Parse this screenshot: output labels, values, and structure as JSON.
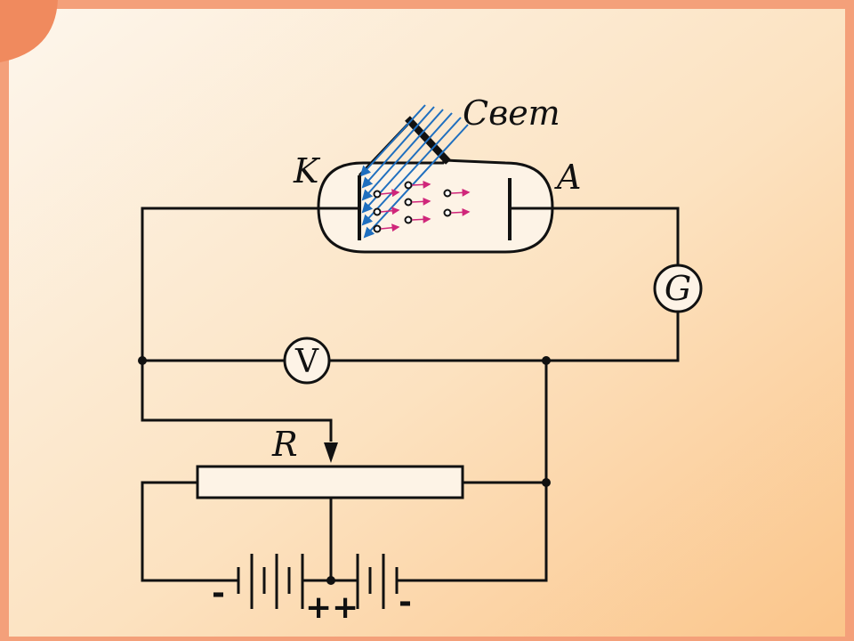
{
  "labels": {
    "light": "Свет",
    "cathode": "K",
    "anode": "A",
    "galvanometer": "G",
    "voltmeter": "V",
    "rheostat": "R",
    "minus_left": "-",
    "plus_left": "+",
    "plus_right": "+",
    "minus_right": "-"
  },
  "colors": {
    "frame": "#f4a07a",
    "background_light": "#fdf1e2",
    "background_warm": "#fbc98c",
    "wire": "#111111",
    "light_rays": "#1f6fbf",
    "electron_arrows": "#d0267a"
  }
}
